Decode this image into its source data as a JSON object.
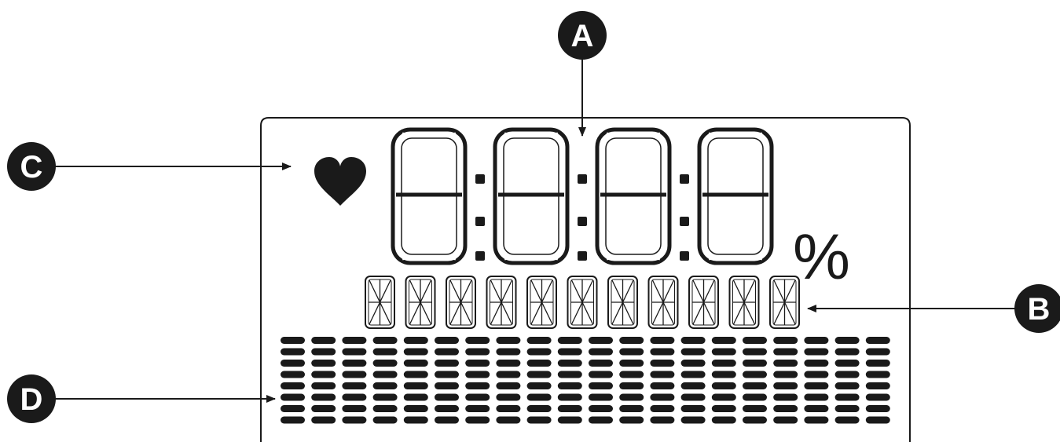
{
  "colors": {
    "ink": "#1a1a1a",
    "background": "#ffffff"
  },
  "display": {
    "digit_count": 4,
    "alpha_char_count": 11,
    "bar_columns": 20,
    "bars_per_column": 8,
    "percent_symbol": "%",
    "heart_icon": "heart-icon"
  },
  "callouts": [
    {
      "id": "A",
      "label": "A",
      "target": "main-digit-display"
    },
    {
      "id": "B",
      "label": "B",
      "target": "alphanumeric-display"
    },
    {
      "id": "C",
      "label": "C",
      "target": "heart-icon"
    },
    {
      "id": "D",
      "label": "D",
      "target": "bar-graph-display"
    }
  ]
}
